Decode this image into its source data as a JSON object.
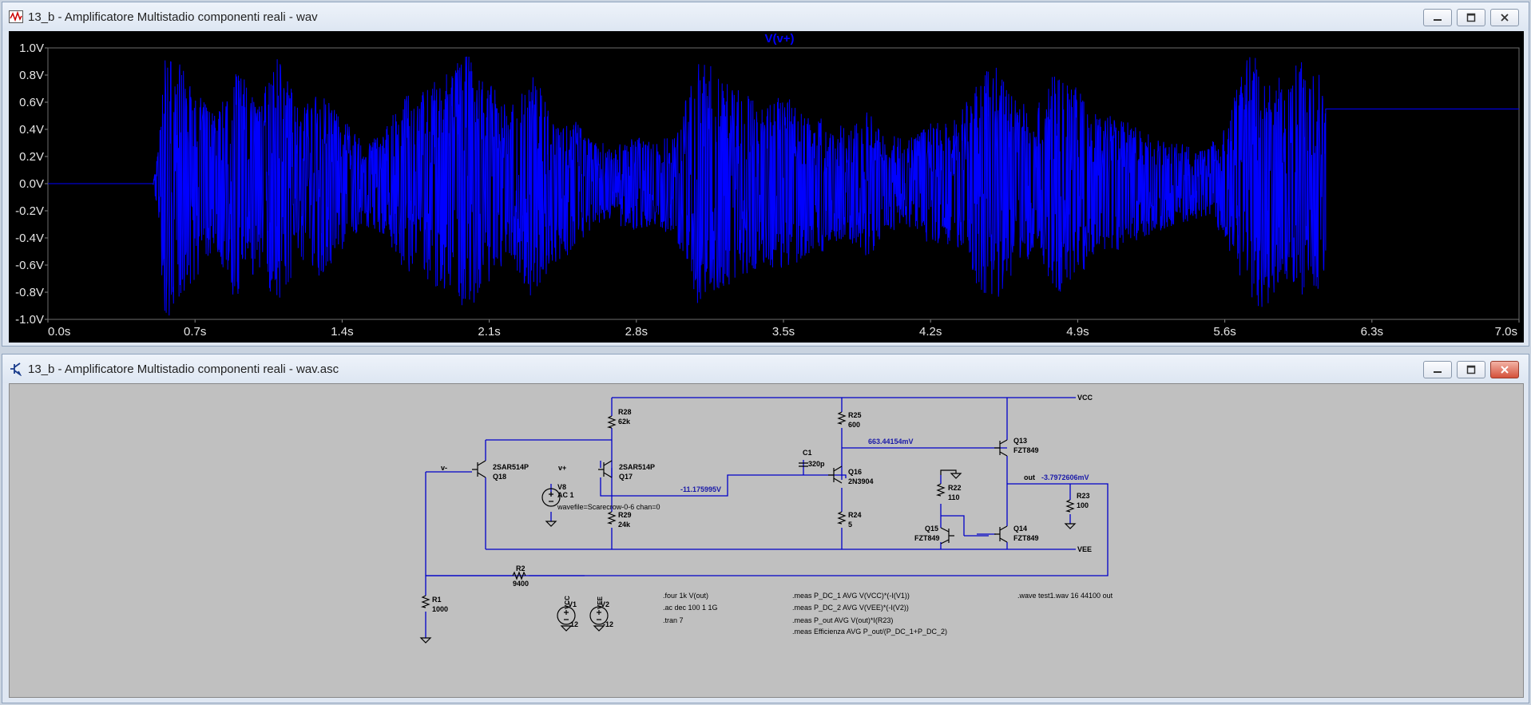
{
  "plot_window": {
    "title": "13_b - Amplificatore Multistadio componenti reali - wav",
    "trace_label": "V(v+)"
  },
  "schematic_window": {
    "title": "13_b - Amplificatore Multistadio componenti reali - wav.asc"
  },
  "window_buttons": [
    "minimize-icon",
    "restore-icon",
    "close-icon"
  ],
  "colors": {
    "trace": "#0000ff",
    "plot_bg": "#000000",
    "schem_bg": "#c0c0c0",
    "wire": "#0000c8"
  },
  "chart_data": {
    "type": "line",
    "title": "V(v+)",
    "xlabel": "",
    "ylabel": "",
    "xlim": [
      0,
      7.0
    ],
    "ylim": [
      -1.0,
      1.0
    ],
    "x_ticks": [
      "0.0s",
      "0.7s",
      "1.4s",
      "2.1s",
      "2.8s",
      "3.5s",
      "4.2s",
      "4.9s",
      "5.6s",
      "6.3s",
      "7.0s"
    ],
    "y_ticks": [
      "1.0V",
      "0.8V",
      "0.6V",
      "0.4V",
      "0.2V",
      "0.0V",
      "-0.2V",
      "-0.4V",
      "-0.6V",
      "-0.8V",
      "-1.0V"
    ],
    "series": [
      {
        "envelope": [
          [
            0.0,
            0.0
          ],
          [
            0.5,
            0.0
          ],
          [
            0.53,
            0.3
          ],
          [
            0.55,
            1.0
          ],
          [
            0.6,
            0.95
          ],
          [
            0.7,
            0.7
          ],
          [
            0.8,
            0.5
          ],
          [
            0.9,
            0.9
          ],
          [
            1.0,
            0.6
          ],
          [
            1.1,
            0.95
          ],
          [
            1.2,
            0.55
          ],
          [
            1.3,
            0.7
          ],
          [
            1.4,
            0.5
          ],
          [
            1.5,
            0.3
          ],
          [
            1.6,
            0.4
          ],
          [
            1.7,
            0.65
          ],
          [
            1.8,
            0.7
          ],
          [
            1.9,
            0.85
          ],
          [
            2.0,
            0.95
          ],
          [
            2.1,
            0.75
          ],
          [
            2.2,
            0.55
          ],
          [
            2.3,
            0.85
          ],
          [
            2.4,
            0.6
          ],
          [
            2.5,
            0.5
          ],
          [
            2.6,
            0.3
          ],
          [
            2.7,
            0.3
          ],
          [
            2.8,
            0.35
          ],
          [
            2.9,
            0.3
          ],
          [
            3.0,
            0.45
          ],
          [
            3.1,
            0.95
          ],
          [
            3.2,
            0.8
          ],
          [
            3.3,
            0.7
          ],
          [
            3.4,
            0.6
          ],
          [
            3.5,
            0.65
          ],
          [
            3.6,
            0.55
          ],
          [
            3.7,
            0.5
          ],
          [
            3.8,
            0.4
          ],
          [
            3.9,
            0.55
          ],
          [
            4.0,
            0.35
          ],
          [
            4.1,
            0.35
          ],
          [
            4.2,
            0.45
          ],
          [
            4.3,
            0.45
          ],
          [
            4.4,
            0.7
          ],
          [
            4.5,
            0.9
          ],
          [
            4.6,
            0.65
          ],
          [
            4.7,
            0.55
          ],
          [
            4.8,
            0.85
          ],
          [
            4.9,
            0.7
          ],
          [
            5.0,
            0.5
          ],
          [
            5.1,
            0.5
          ],
          [
            5.2,
            0.4
          ],
          [
            5.3,
            0.35
          ],
          [
            5.4,
            0.3
          ],
          [
            5.5,
            0.25
          ],
          [
            5.6,
            0.4
          ],
          [
            5.7,
            0.95
          ],
          [
            5.8,
            0.9
          ],
          [
            5.9,
            0.7
          ],
          [
            5.95,
            0.95
          ],
          [
            6.0,
            0.85
          ],
          [
            6.05,
            0.9
          ],
          [
            6.08,
            0.55
          ],
          [
            7.0,
            0.55
          ]
        ]
      }
    ]
  },
  "schematic": {
    "nets": {
      "vcc": "VCC",
      "vee": "VEE",
      "vminus": "v-",
      "vplus": "v+",
      "out": "out"
    },
    "components": {
      "q18": {
        "name": "Q18",
        "model": "2SAR514P"
      },
      "q17": {
        "name": "Q17",
        "model": "2SAR514P"
      },
      "q16": {
        "name": "Q16",
        "model": "2N3904"
      },
      "q13": {
        "name": "Q13",
        "model": "FZT849"
      },
      "q14": {
        "name": "Q14",
        "model": "FZT849"
      },
      "q15": {
        "name": "Q15",
        "model": "FZT849"
      },
      "r28": {
        "name": "R28",
        "value": "62k"
      },
      "r29": {
        "name": "R29",
        "value": "24k"
      },
      "r25": {
        "name": "R25",
        "value": "600"
      },
      "r24": {
        "name": "R24",
        "value": "5"
      },
      "r22": {
        "name": "R22",
        "value": "110"
      },
      "r23": {
        "name": "R23",
        "value": "100"
      },
      "r2": {
        "name": "R2",
        "value": "9400"
      },
      "r1": {
        "name": "R1",
        "value": "1000"
      },
      "c1": {
        "name": "C1",
        "value": "320p"
      },
      "v8": {
        "name": "V8",
        "value": "AC 1",
        "wavefile": "wavefile=Scarecrow-0-6 chan=0"
      },
      "v1": {
        "name": "V1",
        "value": "12"
      },
      "v2": {
        "name": "V2",
        "value": "-12"
      }
    },
    "voltages": {
      "node_q17": "-11.175995V",
      "node_q13": "663.44154mV",
      "node_out": "-3.7972606mV"
    },
    "directives": {
      "four": ".four 1k V(out)",
      "ac": ".ac dec 100 1 1G",
      "tran": ".tran 7",
      "meas1": ".meas P_DC_1 AVG V(VCC)*(-I(V1))",
      "meas2": ".meas P_DC_2 AVG V(VEE)*(-I(V2))",
      "meas3": ".meas P_out AVG V(out)*I(R23)",
      "meas4": ".meas Efficienza AVG P_out/(P_DC_1+P_DC_2)",
      "wave": ".wave test1.wav 16 44100 out"
    }
  }
}
